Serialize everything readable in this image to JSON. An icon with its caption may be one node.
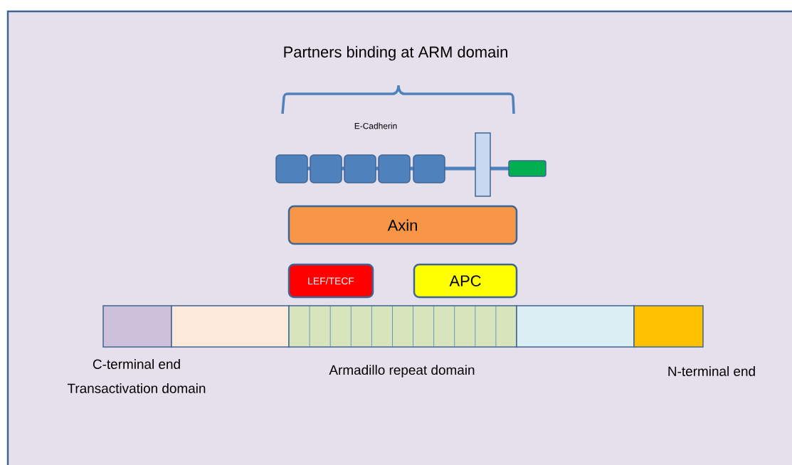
{
  "diagram": {
    "title": "Partners binding at ARM domain",
    "nodes": [
      {
        "text": [
          "Axin"
        ]
      },
      {
        "text": [
          "LEF/TECF"
        ]
      },
      {
        "text": [
          "APC"
        ]
      }
    ],
    "labels": [
      "E-Cadherin",
      "C-terminal end",
      "Transactivation domain",
      "Armadillo repeat domain",
      "N-terminal end"
    ]
  }
}
